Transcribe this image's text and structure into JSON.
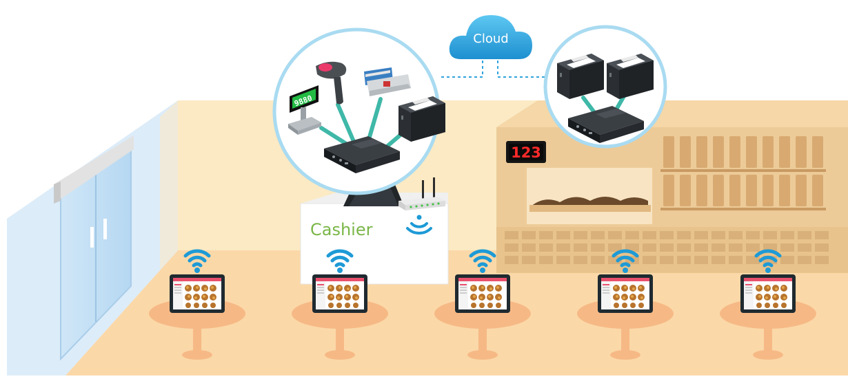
{
  "cloud": {
    "label": "Cloud"
  },
  "cashier": {
    "label": "Cashier"
  },
  "customer_display": {
    "value": "9880"
  },
  "queue_display": {
    "value": "123"
  },
  "tables": [
    {
      "id": "table-1"
    },
    {
      "id": "table-2"
    },
    {
      "id": "table-3"
    },
    {
      "id": "table-4"
    },
    {
      "id": "table-5"
    }
  ],
  "icons": [
    "cloud-icon",
    "wifi-icon",
    "router-icon",
    "printer-icon",
    "barcode-scanner-icon",
    "card-reader-icon",
    "pos-box-icon",
    "customer-display-icon"
  ],
  "colors": {
    "accent_blue": "#1e9ad6",
    "connector_teal": "#3fb8a8",
    "cashier_green": "#7ab648",
    "floor": "#fbd8a8",
    "wall": "#fbeac4",
    "display_red": "#ff2a2a"
  }
}
